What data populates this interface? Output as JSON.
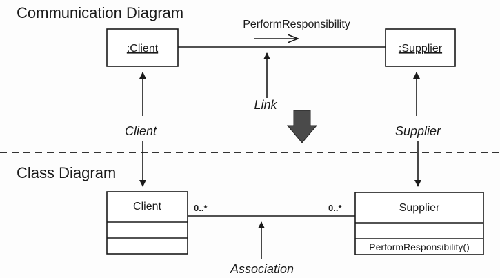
{
  "communication": {
    "title": "Communication Diagram",
    "client": ":Client",
    "supplier": ":Supplier",
    "message": "PerformResponsibility",
    "link": "Link"
  },
  "roles": {
    "client": "Client",
    "supplier": "Supplier"
  },
  "class_diagram": {
    "title": "Class Diagram",
    "client": {
      "name": "Client",
      "multiplicity": "0..*"
    },
    "supplier": {
      "name": "Supplier",
      "multiplicity": "0..*",
      "operation": "PerformResponsibility()"
    },
    "association": "Association"
  }
}
